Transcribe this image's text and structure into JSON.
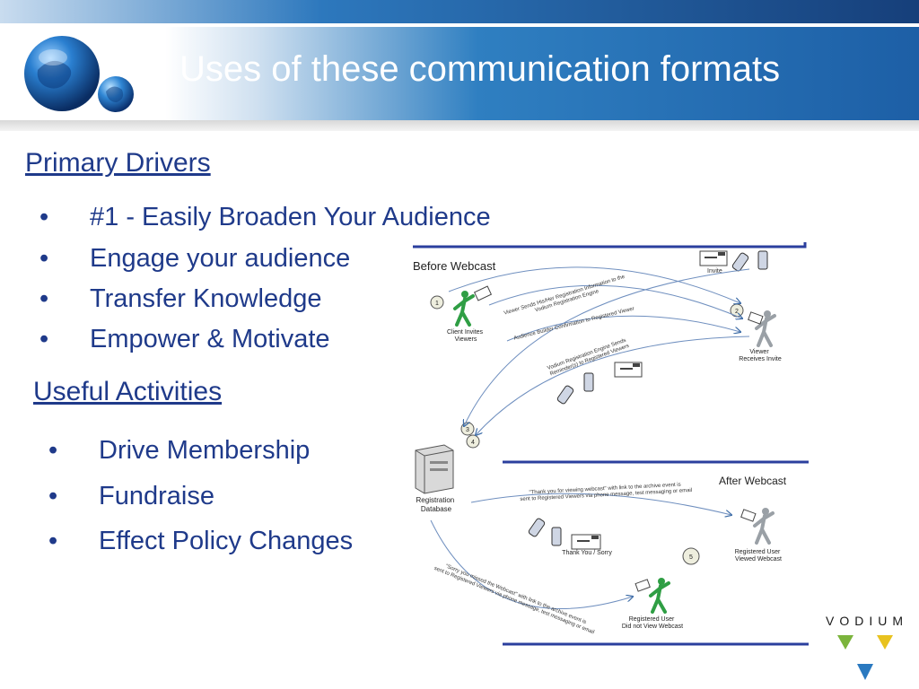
{
  "slide": {
    "title": "Uses of these communication formats"
  },
  "primary_drivers": {
    "heading": "Primary Drivers",
    "items": [
      "#1 - Easily Broaden Your Audience",
      "Engage your audience",
      "Transfer Knowledge",
      "Empower & Motivate"
    ]
  },
  "useful_activities": {
    "heading": "Useful Activities",
    "items": [
      "Drive Membership",
      "Fundraise",
      "Effect Policy Changes"
    ]
  },
  "diagram": {
    "before_title": "Before Webcast",
    "after_title": "After Webcast",
    "steps": [
      "1",
      "2",
      "3",
      "4",
      "5"
    ],
    "labels": {
      "client_invites": [
        "Client Invites",
        "Viewers"
      ],
      "viewer_receives": [
        "Viewer",
        "Receives Invite"
      ],
      "invite": "Invite",
      "registration_db": [
        "Registration",
        "Database"
      ],
      "registered_viewed": [
        "Registered User",
        "Viewed Webcast"
      ],
      "registered_not_viewed": [
        "Registered User",
        "Did not View Webcast"
      ],
      "thank_you_sorry": "Thank You / Sorry"
    },
    "arrows": {
      "sends_info": [
        "Viewer Sends His/Her Registration Information to the",
        "Vodium Registration Engine"
      ],
      "audience_builder": "Audience Builder Confirmation to Registered Viewer",
      "reminders": [
        "Vodium Registration Engine Sends",
        "Reminder(s) to Registered Viewers"
      ],
      "thank_you": [
        "\"Thank you for viewing webcast\" with link to the archive event is",
        "sent to Registered Viewers via phone message, test messaging or email"
      ],
      "sorry": [
        "\"Sorry you missed the Webcast\" with link to the archive event is",
        "sent to Registered Viewers via phone message, test messaging or email"
      ]
    }
  },
  "brand": {
    "name": "VODIUM",
    "colors": {
      "blue": "#2a79c0",
      "green": "#7bb43c",
      "yellow": "#e8c21f",
      "text": "#1f3a8a"
    }
  }
}
